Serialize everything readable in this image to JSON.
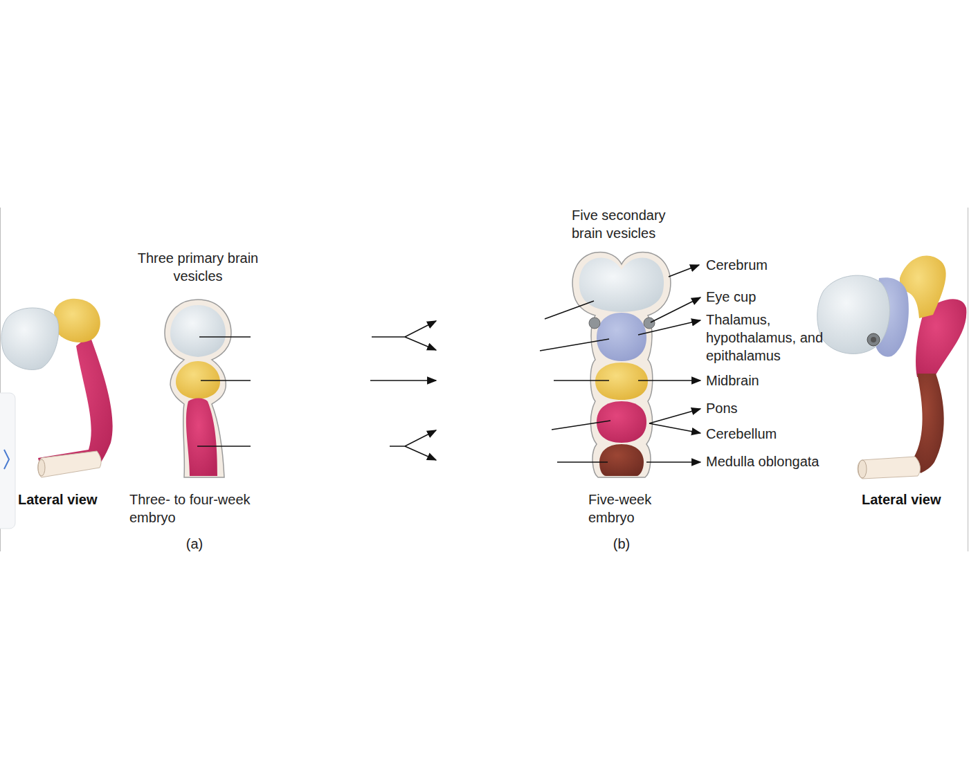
{
  "diagram": {
    "labels": [
      "Three primary brain vesicles",
      "Five secondary brain vesicles",
      "Cerebrum",
      "Eye cup",
      "Thalamus, hypothalamus, and epithalamus",
      "Midbrain",
      "Pons",
      "Cerebellum",
      "Medulla oblongata",
      "Lateral view",
      "Three- to four-week embryo",
      "(a)",
      "Five-week embryo",
      "(b)",
      "Lateral view"
    ]
  }
}
